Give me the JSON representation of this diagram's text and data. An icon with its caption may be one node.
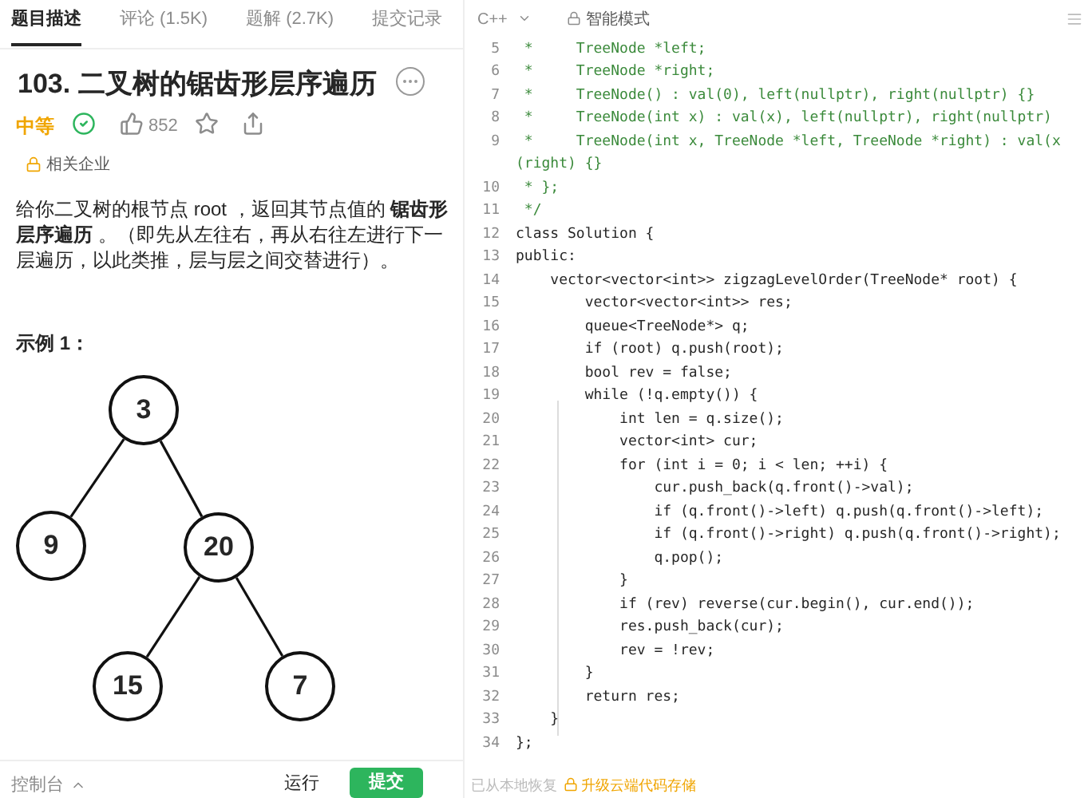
{
  "diagram": {
    "nodes": [
      {
        "text": [
          "3"
        ]
      },
      {
        "text": [
          "9"
        ]
      },
      {
        "text": [
          "20"
        ]
      },
      {
        "text": [
          "15"
        ]
      },
      {
        "text": [
          "7"
        ]
      }
    ],
    "edges": [
      {
        "from": 0,
        "to": 1,
        "arrow": "none"
      },
      {
        "from": 0,
        "to": 2,
        "arrow": "none"
      },
      {
        "from": 2,
        "to": 3,
        "arrow": "none"
      },
      {
        "from": 2,
        "to": 4,
        "arrow": "none"
      }
    ],
    "labels": [
      "题目描述",
      "评论 (1.5K)",
      "题解 (2.7K)",
      "提交记录",
      "103. 二叉树的锯齿形层序遍历",
      "中等",
      "852",
      "相关企业",
      "给你二叉树的根节点 root ，返回其节点值的 **锯齿形层序遍历** 。（即先从左往右，再从右往左进行下一层遍历，以此类推，层与层之间交替进行）。",
      "示例 1：",
      "C++",
      "智能模式",
      "5",
      " *     TreeNode *left;",
      "6",
      " *     TreeNode *right;",
      "7",
      " *     TreeNode() : val(0), left(nullptr), right(nullptr) {}",
      "8",
      " *     TreeNode(int x) : val(x), left(nullptr), right(nullptr)",
      "9",
      " *     TreeNode(int x, TreeNode *left, TreeNode *right) : val(x",
      "(right) {}",
      "10",
      " * };",
      "11",
      " */",
      "12",
      "class Solution {",
      "13",
      "public:",
      "14",
      "    vector<vector<int>> zigzagLevelOrder(TreeNode* root) {",
      "15",
      "        vector<vector<int>> res;",
      "16",
      "        queue<TreeNode*> q;",
      "17",
      "        if (root) q.push(root);",
      "18",
      "        bool rev = false;",
      "19",
      "        while (!q.empty()) {",
      "20",
      "            int len = q.size();",
      "21",
      "            vector<int> cur;",
      "22",
      "            for (int i = 0; i < len; ++i) {",
      "23",
      "                cur.push_back(q.front()->val);",
      "24",
      "                if (q.front()->left) q.push(q.front()->left);",
      "25",
      "                if (q.front()->right) q.push(q.front()->right);",
      "26",
      "                q.pop();",
      "27",
      "            }",
      "28",
      "            if (rev) reverse(cur.begin(), cur.end());",
      "29",
      "            res.push_back(cur);",
      "30",
      "            rev = !rev;",
      "31",
      "        }",
      "32",
      "        return res;",
      "33",
      "    }",
      "34",
      "};",
      "控制台",
      "运行",
      "提交",
      "已从本地恢复",
      "升级云端代码存储"
    ]
  }
}
